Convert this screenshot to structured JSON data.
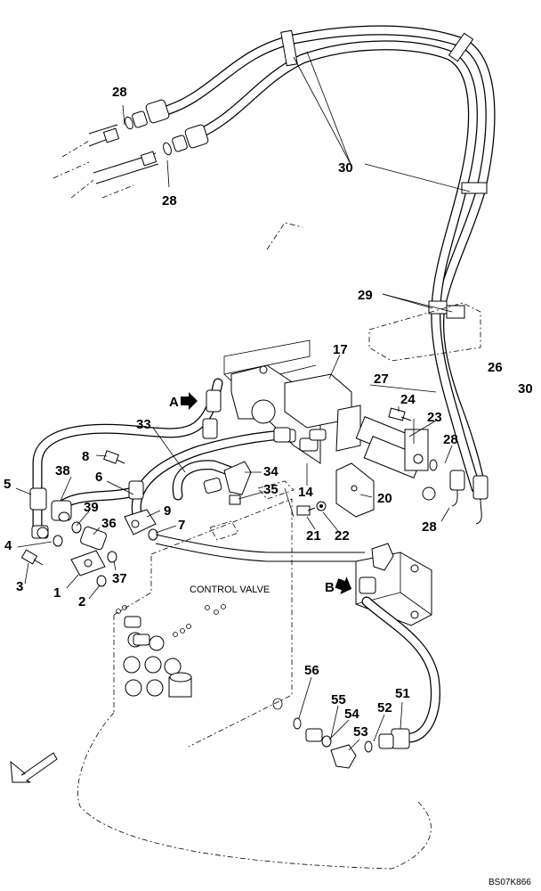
{
  "diagram": {
    "code": "BS07K866",
    "component_label": "CONTROL VALVE",
    "view_markers": [
      {
        "letter": "A",
        "id": "a"
      },
      {
        "letter": "B",
        "id": "b"
      }
    ],
    "part_numbers": {
      "p28a": "28",
      "p28b": "28",
      "p30a": "30",
      "p29": "29",
      "p26": "26",
      "p30b": "30",
      "p17": "17",
      "p27": "27",
      "p24": "24",
      "p23": "23",
      "p28c": "28",
      "p28d": "28",
      "p33": "33",
      "p8": "8",
      "p5": "5",
      "p38": "38",
      "p6": "6",
      "p34": "34",
      "p35": "35",
      "p14": "14",
      "p20": "20",
      "p39": "39",
      "p9": "9",
      "p36": "36",
      "p7": "7",
      "p21": "21",
      "p22": "22",
      "p4": "4",
      "p3": "3",
      "p37": "37",
      "p1": "1",
      "p2": "2",
      "p56": "56",
      "p55": "55",
      "p54": "54",
      "p51": "51",
      "p52": "52",
      "p53": "53"
    }
  }
}
